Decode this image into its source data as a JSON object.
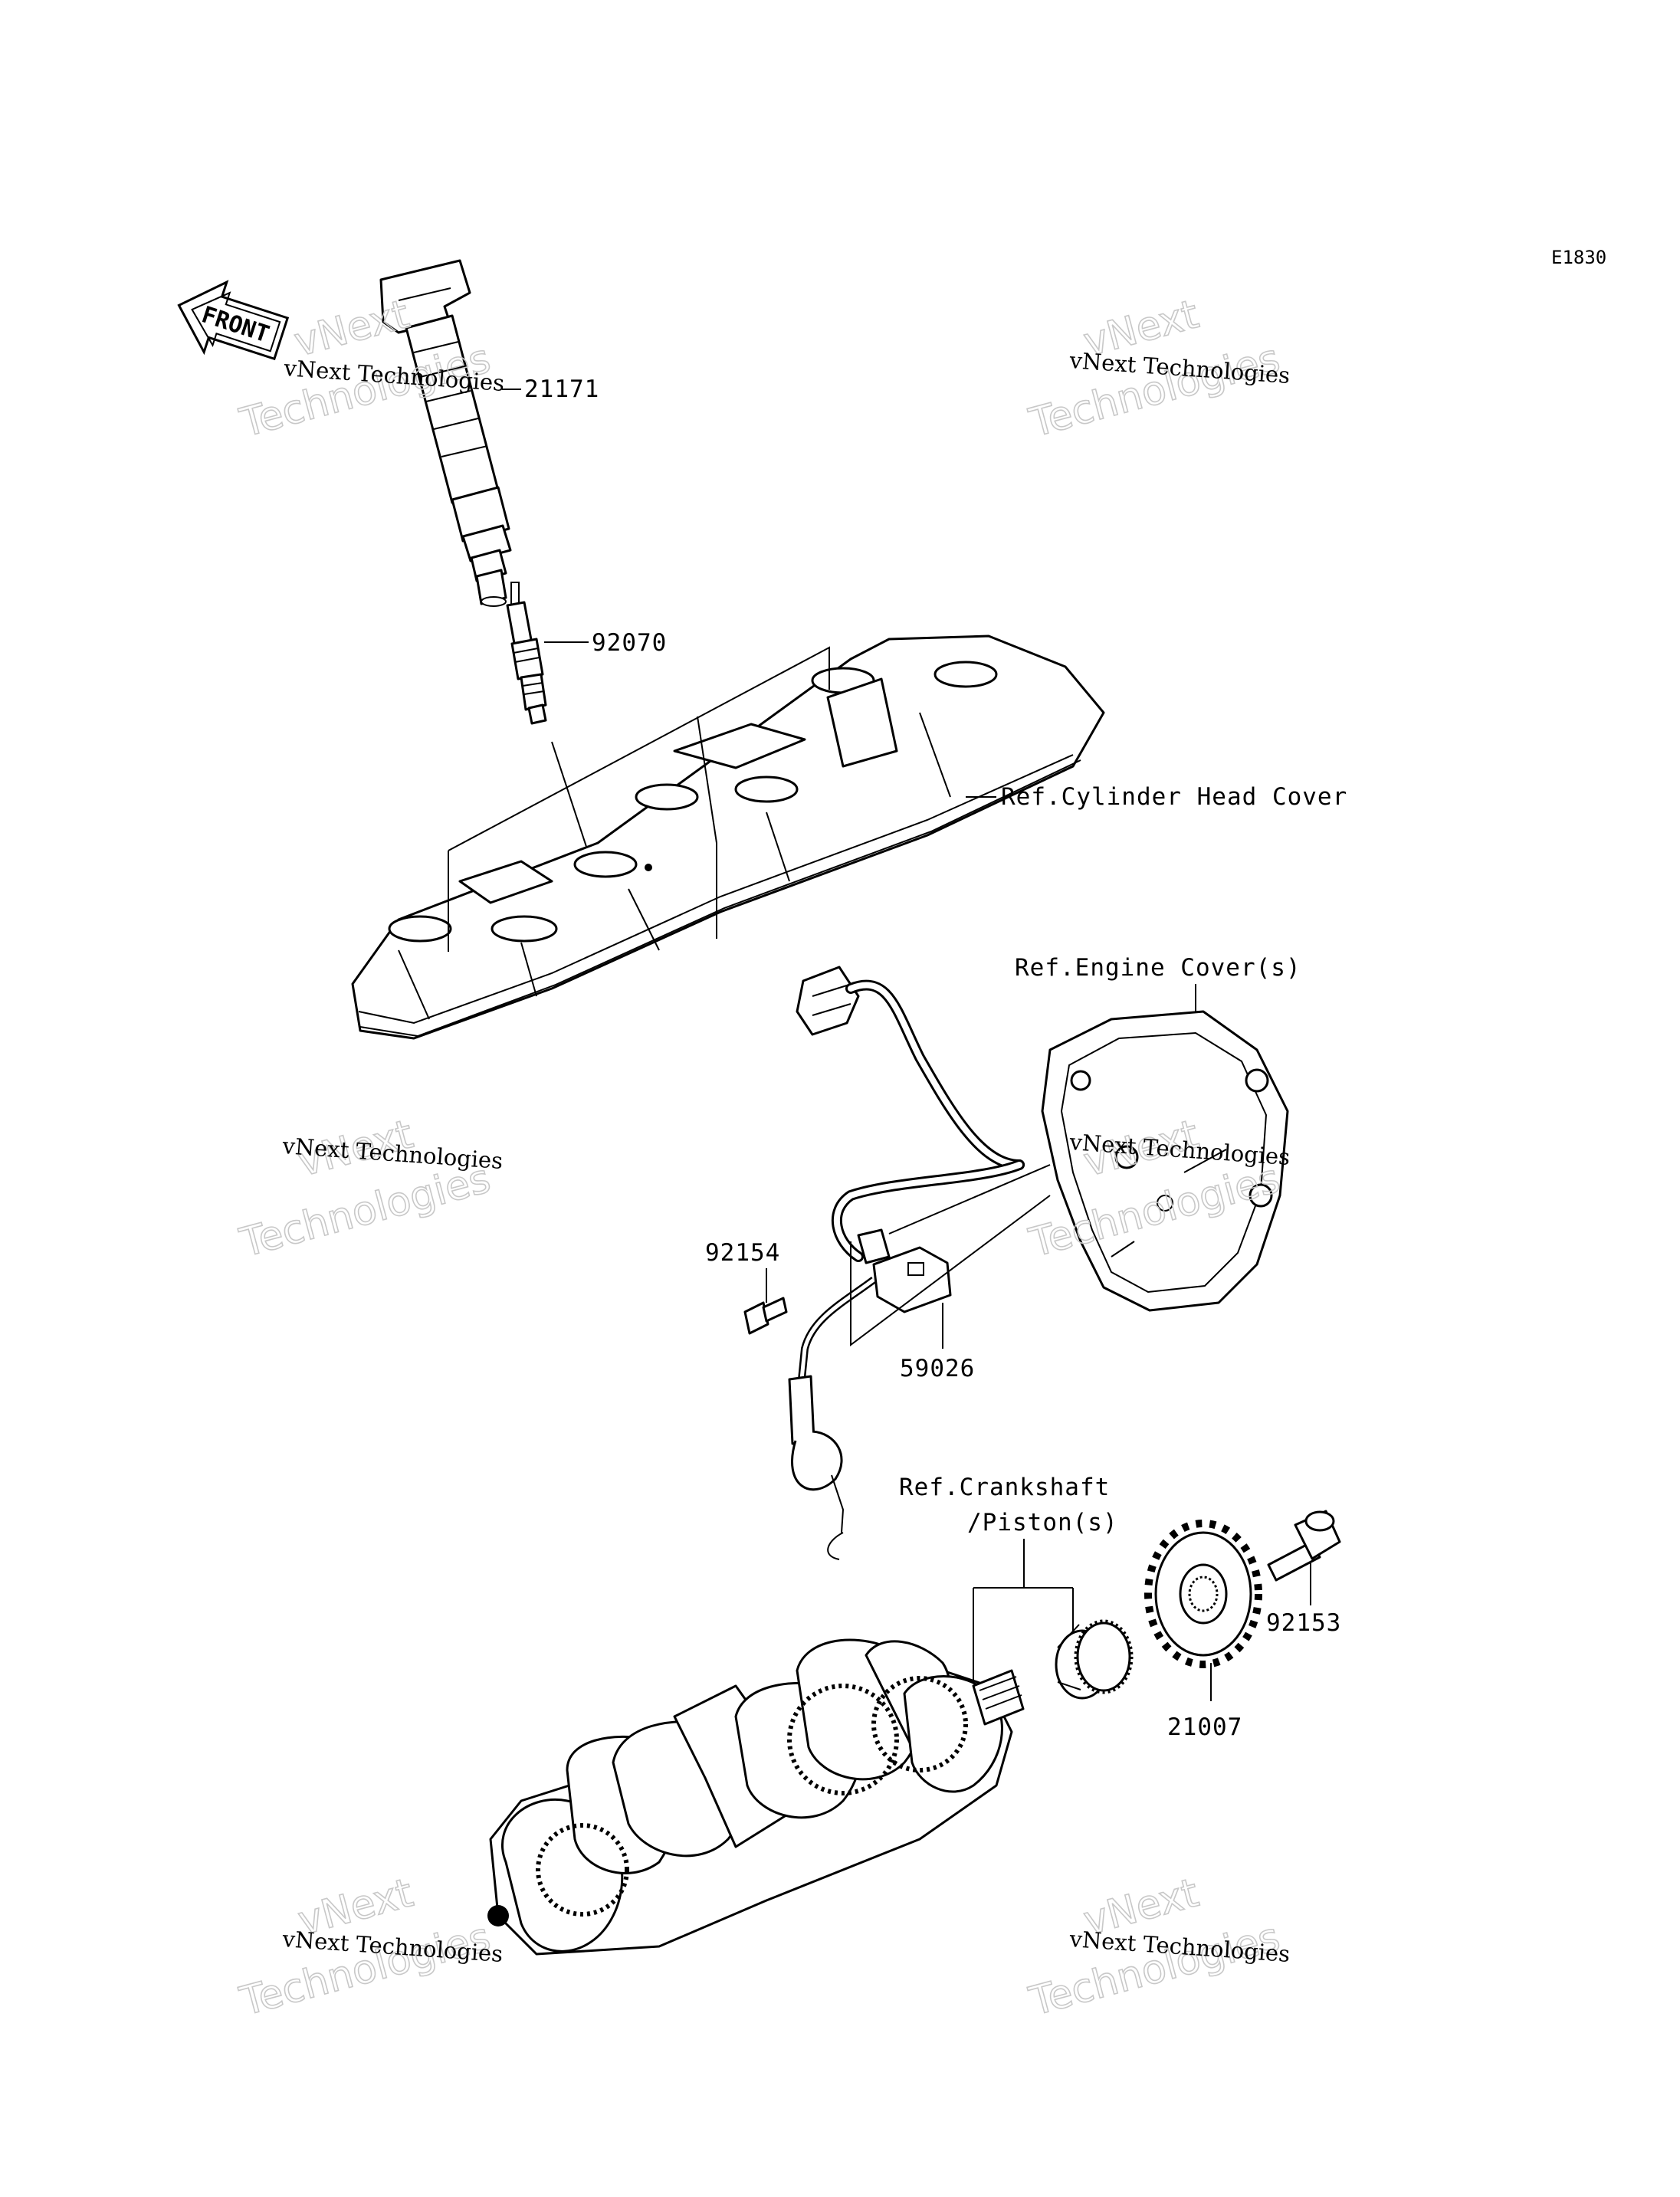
{
  "diagram_code": "E1830",
  "front_arrow": {
    "label": "FRONT"
  },
  "part_labels": {
    "ignition_coil": "21171",
    "spark_plug": "92070",
    "cylinder_head_cover": "Ref.Cylinder Head Cover",
    "engine_cover": "Ref.Engine Cover(s)",
    "bolt_pickup": "92154",
    "pickup_coil": "59026",
    "crankshaft_line1": "Ref.Crankshaft",
    "crankshaft_line2": "/Piston(s)",
    "bolt_rotor": "92153",
    "timing_rotor": "21007"
  },
  "watermark": {
    "small": "vNext Technologies",
    "big_line1": "vNext",
    "big_line2": "Technologies"
  }
}
